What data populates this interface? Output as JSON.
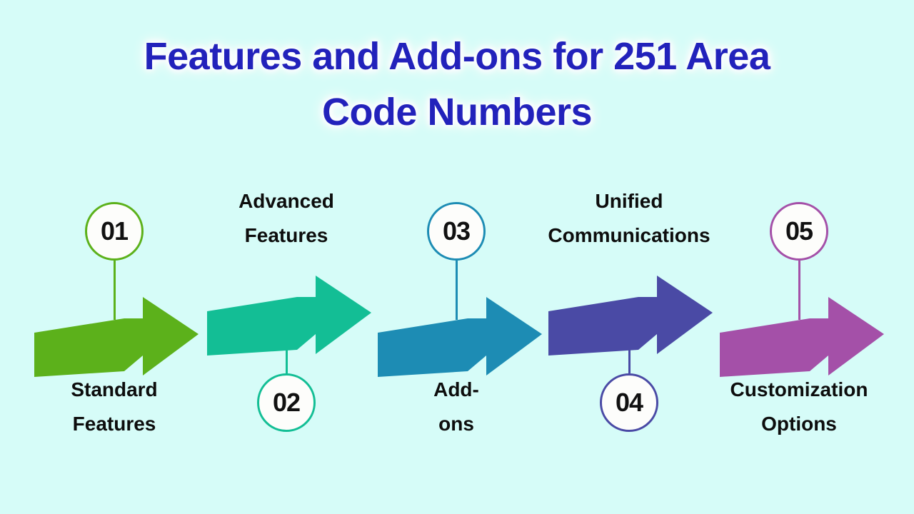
{
  "page": {
    "background_color": "#d6fcf8",
    "title": "Features and Add-ons for 251 Area\nCode Numbers",
    "title_color": "#2222bb"
  },
  "steps": [
    {
      "number": "01",
      "label": "Standard\nFeatures",
      "color": "#5cb11b",
      "circle_position": "above",
      "label_position": "below"
    },
    {
      "number": "02",
      "label": "Advanced\nFeatures",
      "color": "#13be95",
      "circle_position": "below",
      "label_position": "above"
    },
    {
      "number": "03",
      "label": "Add-\nons",
      "color": "#1d8cb4",
      "circle_position": "above",
      "label_position": "below"
    },
    {
      "number": "04",
      "label": "Unified\nCommunications",
      "color": "#4a4aa5",
      "circle_position": "below",
      "label_position": "above"
    },
    {
      "number": "05",
      "label": "Customization\nOptions",
      "color": "#a450a8",
      "circle_position": "above",
      "label_position": "below"
    }
  ]
}
